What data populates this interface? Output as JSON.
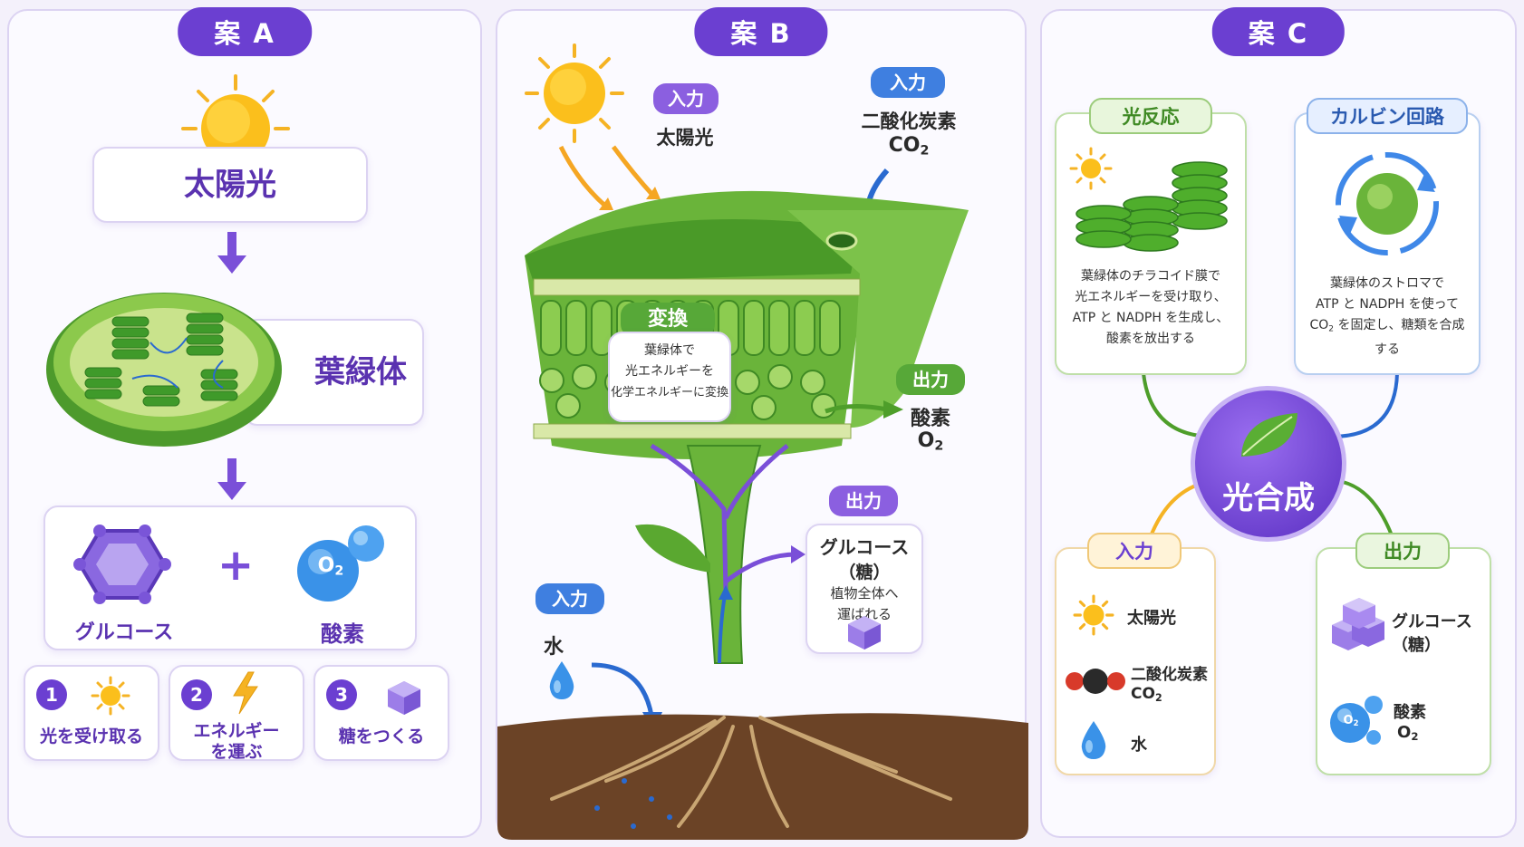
{
  "panelA": {
    "tag": "案 A",
    "sunlight": "太陽光",
    "chloroplast": "葉緑体",
    "glucose": "グルコース",
    "plus": "+",
    "o2_icon": "O",
    "o2_icon_sub": "2",
    "oxygen": "酸素",
    "steps": [
      {
        "num": "1",
        "label": "光を受け取る"
      },
      {
        "num": "2",
        "label_l1": "エネルギー",
        "label_l2": "を運ぶ"
      },
      {
        "num": "3",
        "label": "糖をつくる"
      }
    ]
  },
  "panelB": {
    "tag": "案 B",
    "input_sun_pill": "入力",
    "input_sun_label": "太陽光",
    "input_co2_pill": "入力",
    "input_co2_label": "二酸化炭素",
    "input_co2_formula": "CO",
    "input_co2_sub": "2",
    "convert_pill": "変換",
    "convert_l1": "葉緑体で",
    "convert_l2": "光エネルギーを",
    "convert_l3": "化学エネルギーに変換",
    "output_o2_pill": "出力",
    "output_o2_label": "酸素",
    "output_o2_formula": "O",
    "output_o2_sub": "2",
    "output_glucose_pill": "出力",
    "output_glucose_l1": "グルコース",
    "output_glucose_l2": "（糖）",
    "output_glucose_l3": "植物全体へ",
    "output_glucose_l4": "運ばれる",
    "input_water_pill": "入力",
    "input_water_label": "水"
  },
  "panelC": {
    "tag": "案 C",
    "light_title": "光反応",
    "light_l1": "葉緑体のチラコイド膜で",
    "light_l2": "光エネルギーを受け取り、",
    "light_l3": "ATP と NADPH を生成し、",
    "light_l4": "酸素を放出する",
    "calvin_title": "カルビン回路",
    "calvin_l1": "葉緑体のストロマで",
    "calvin_l2": "ATP と NADPH を使って",
    "calvin_l3a": "CO",
    "calvin_l3sub": "2",
    "calvin_l3b": " を固定し、糖類を合成",
    "calvin_l4": "する",
    "center": "光合成",
    "input_title": "入力",
    "input_sun": "太陽光",
    "input_co2": "二酸化炭素",
    "input_co2_formula": "CO",
    "input_co2_sub": "2",
    "input_water": "水",
    "output_title": "出力",
    "output_glucose_l1": "グルコース",
    "output_glucose_l2": "（糖）",
    "output_o2": "酸素",
    "output_o2_formula": "O",
    "output_o2_sub": "2",
    "o2_icon": "O",
    "o2_icon_sub": "2"
  },
  "colors": {
    "purple": "#6b3fd1",
    "blue": "#3f7fe0",
    "green": "#57a838",
    "orange": "#f5a623"
  }
}
